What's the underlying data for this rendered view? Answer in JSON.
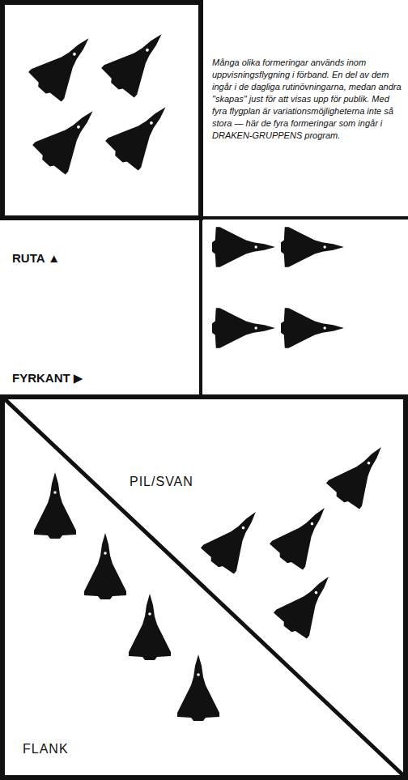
{
  "diagram": {
    "labels": [
      "Många olika formeringar används inom uppvisningsflygning i förband. En del av dem ingår i de dagliga rutinövningarna, medan andra \"skapas\" just för att visas upp för publik. Med fyra flygplan är variationsmöjligheterna inte så stora — här de fyra formeringar som ingår i DRAKEN-GRUPPENS program.",
      "RUTA ▲",
      "FYRKANT ▶",
      "PIL/SVAN",
      "FLANK"
    ]
  }
}
